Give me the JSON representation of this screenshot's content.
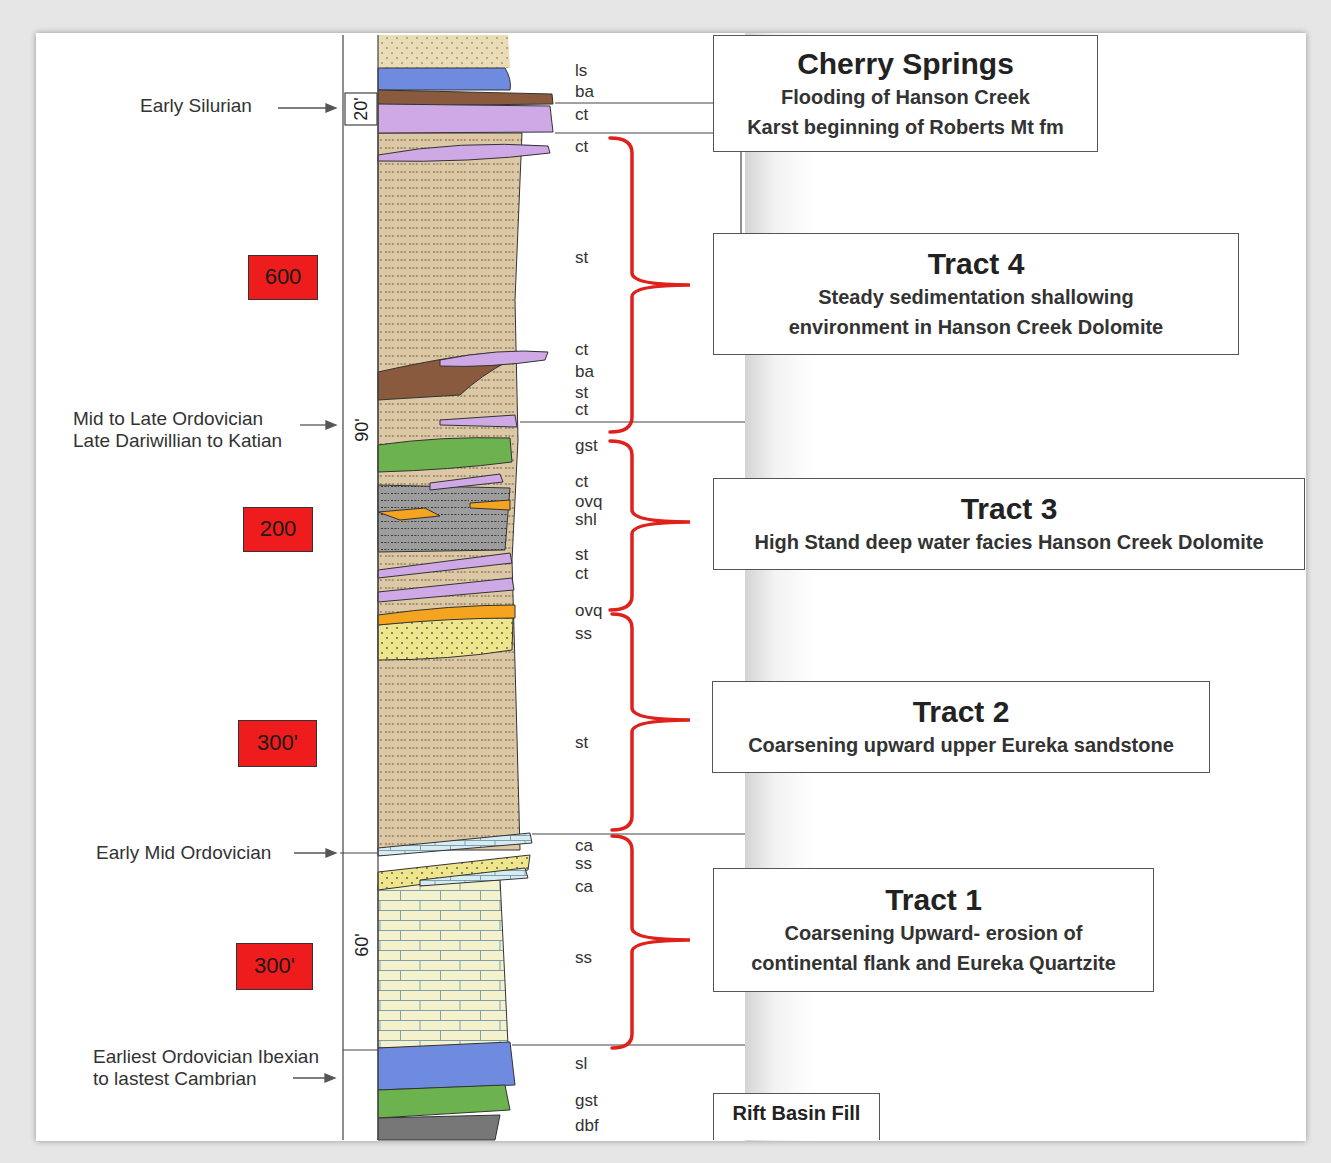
{
  "diagram": {
    "nodes": [
      {
        "text": [
          "Cherry Springs",
          "Flooding of Hanson Creek",
          "Karst beginning of Roberts Mt fm"
        ]
      },
      {
        "text": [
          "600"
        ]
      },
      {
        "text": [
          "Tract 4",
          "Steady sedimentation shallowing environment in Hanson Creek Dolomite"
        ]
      },
      {
        "text": [
          "200"
        ]
      },
      {
        "text": [
          "Tract 3",
          "High Stand deep water facies Hanson Creek Dolomite"
        ]
      },
      {
        "text": [
          "300'"
        ]
      },
      {
        "text": [
          "Tract 2",
          "Coarsening upward upper Eureka sandstone"
        ]
      },
      {
        "text": [
          "300'"
        ]
      },
      {
        "text": [
          "Tract 1",
          "Coarsening Upward- erosion of continental flank and Eureka Quartzite"
        ]
      },
      {
        "text": [
          "Rift Basin Fill"
        ]
      }
    ],
    "edges": [
      {
        "from": 0,
        "to": 2,
        "arrow": "none"
      }
    ],
    "labels": [
      "Early Silurian",
      "Mid to Late Ordovician Late Dariwillian to Katian",
      "Early Mid Ordovician",
      "Earliest Ordovician Ibexian to lastest Cambrian",
      "20'",
      "90'",
      "60'",
      "ls",
      "ba",
      "ct",
      "ct",
      "st",
      "ct",
      "ba",
      "st",
      "ct",
      "gst",
      "ct",
      "ovq",
      "shl",
      "st",
      "ct",
      "ovq",
      "ss",
      "st",
      "ca",
      "ss",
      "ca",
      "ss",
      "sl",
      "gst",
      "dbf"
    ]
  }
}
